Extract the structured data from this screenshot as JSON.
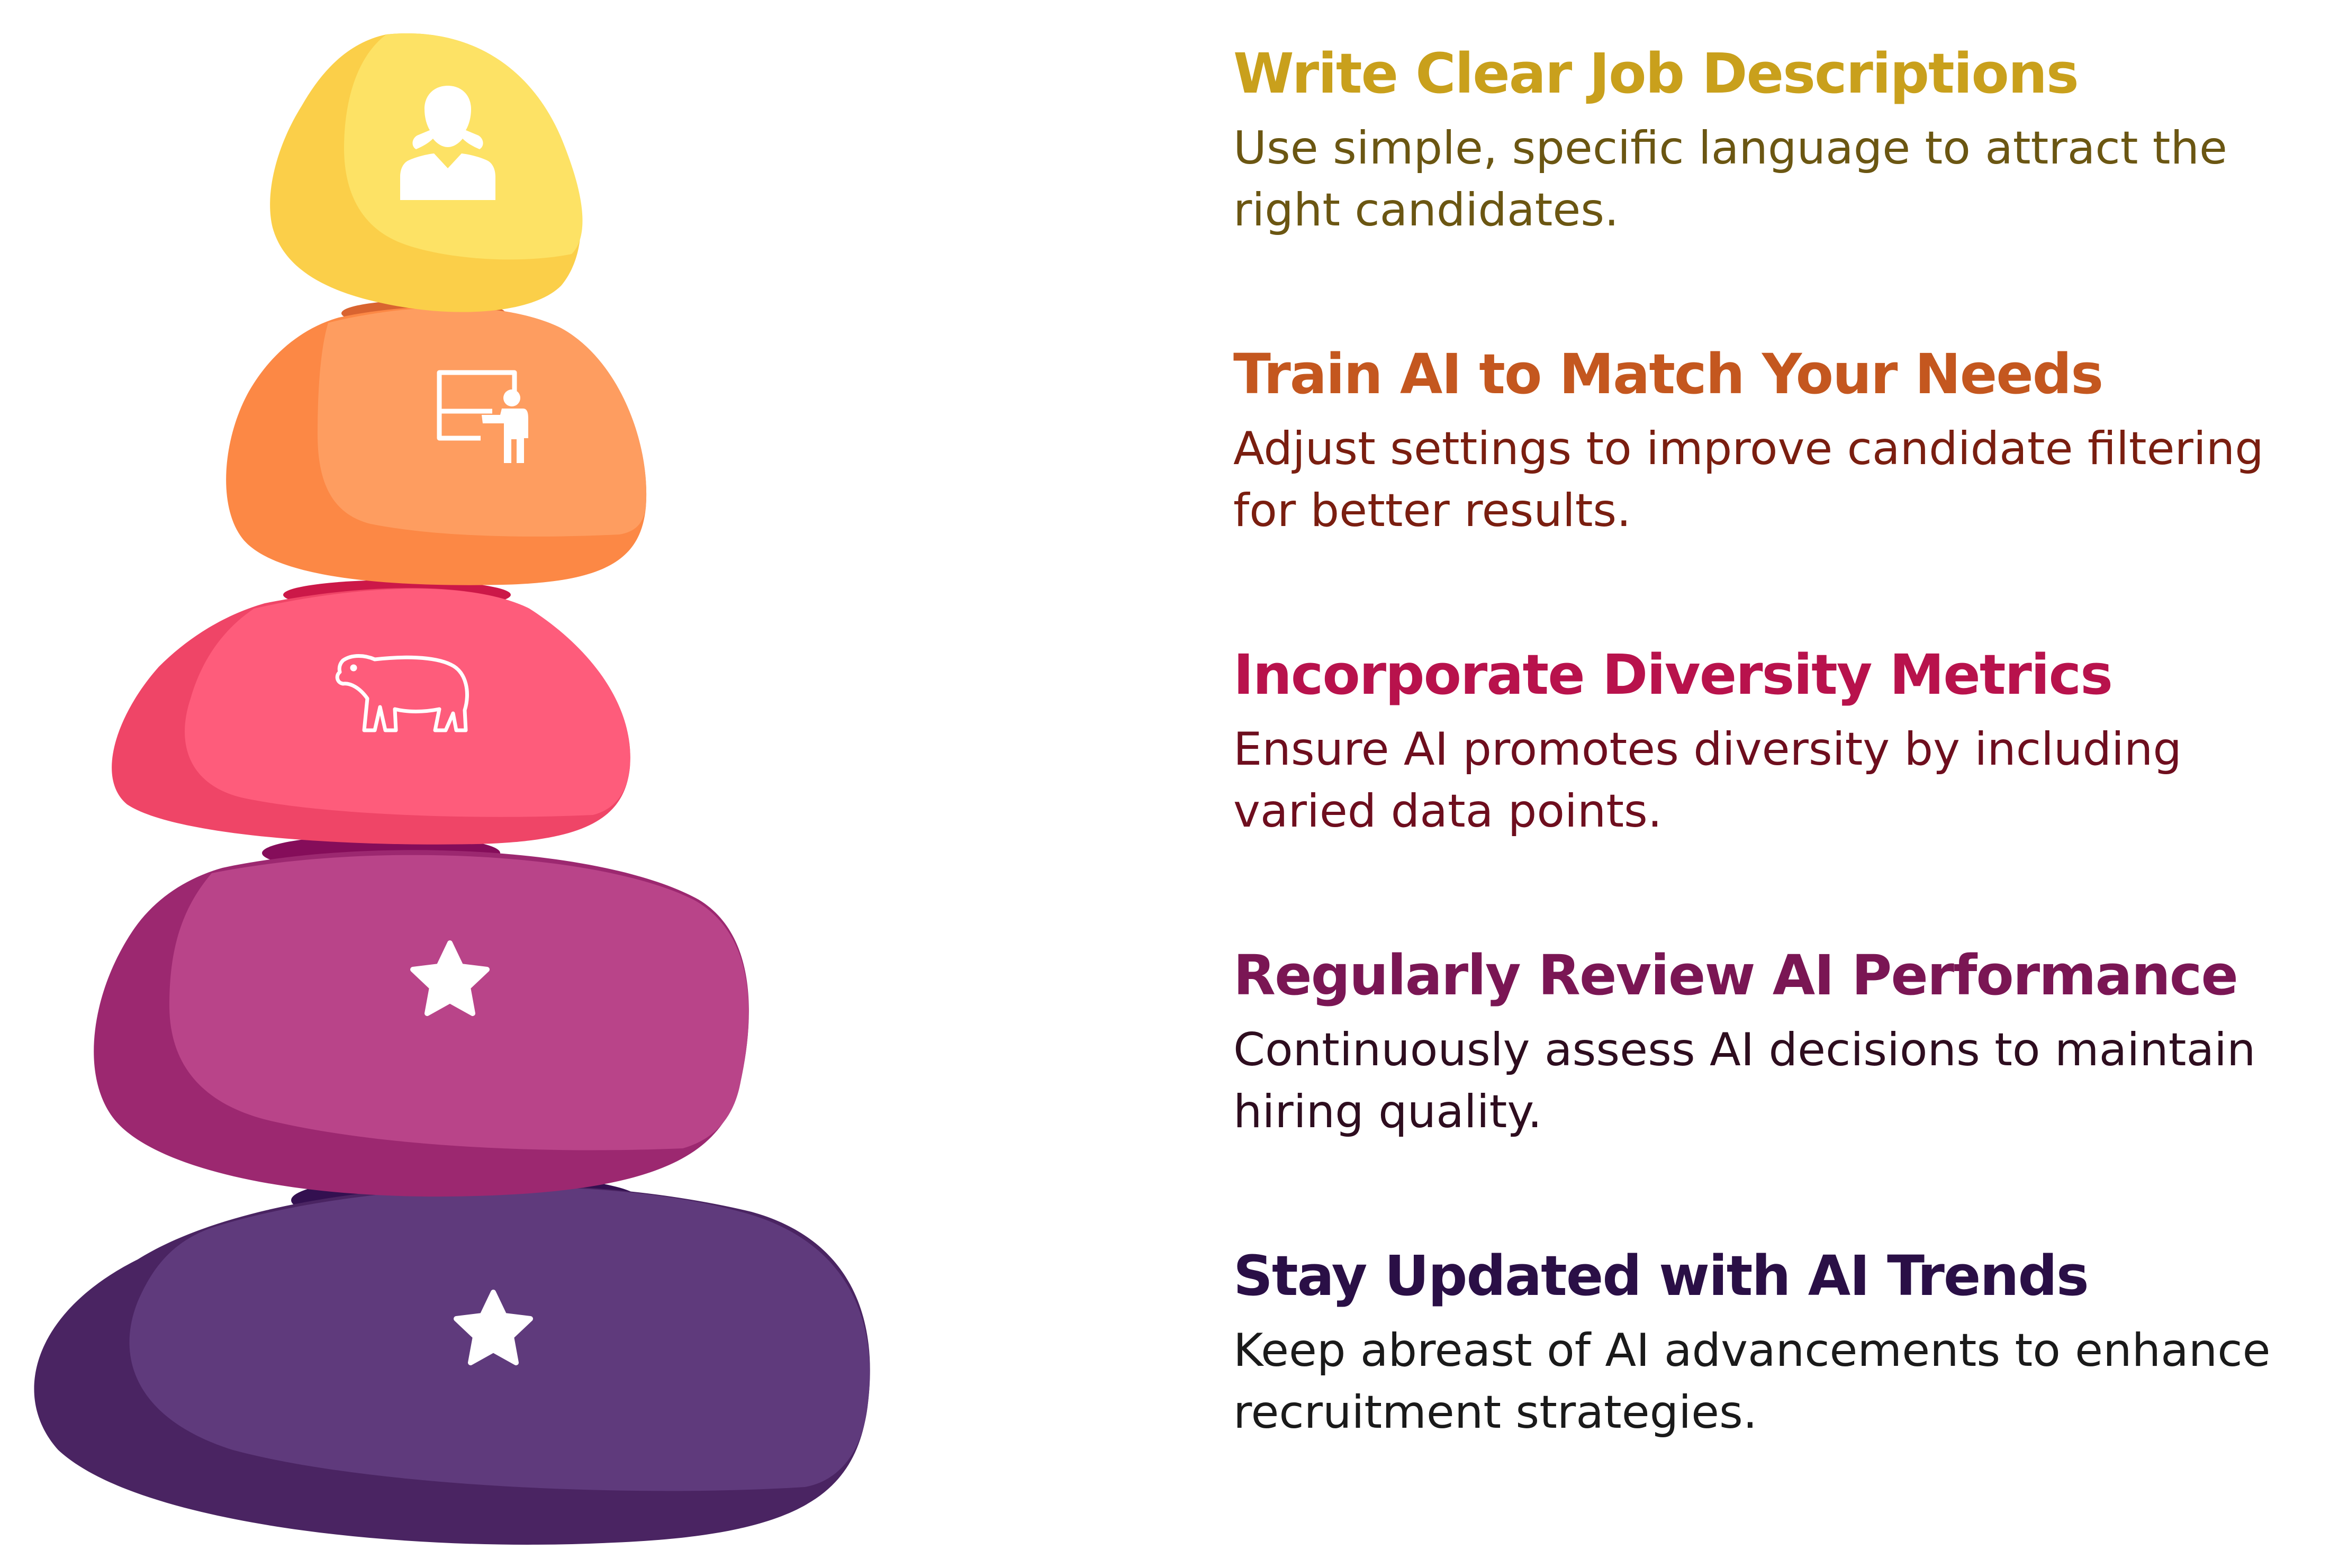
{
  "items": [
    {
      "title": "Write Clear Job Descriptions",
      "description": "Use simple, specific language to attract the right candidates.",
      "icon": "person-icon",
      "title_color": "#c9a01c",
      "desc_color": "#6b5612",
      "stone_color": "#fde265",
      "stone_shade": "#fbcf49"
    },
    {
      "title": "Train AI to Match Your Needs",
      "description": "Adjust settings to improve candidate filtering for better results.",
      "icon": "teacher-board-icon",
      "title_color": "#c4571f",
      "desc_color": "#7a1e10",
      "stone_color": "#fe9d60",
      "stone_shade": "#fc8845"
    },
    {
      "title": "Incorporate Diversity Metrics",
      "description": "Ensure AI promotes diversity by including varied data points.",
      "icon": "bear-icon",
      "title_color": "#b8124c",
      "desc_color": "#6e0e1e",
      "stone_color": "#fe5c7b",
      "stone_shade": "#ef4567"
    },
    {
      "title": "Regularly Review AI Performance",
      "description": "Continuously assess AI decisions to maintain hiring quality.",
      "icon": "star-icon",
      "title_color": "#7a1654",
      "desc_color": "#2e0d1f",
      "stone_color": "#b94489",
      "stone_shade": "#9c2870"
    },
    {
      "title": "Stay Updated with AI Trends",
      "description": "Keep abreast of AI advancements to enhance recruitment strategies.",
      "icon": "star-icon",
      "title_color": "#2a0f46",
      "desc_color": "#1a1a1a",
      "stone_color": "#5f3a7c",
      "stone_shade": "#4a2462"
    }
  ]
}
